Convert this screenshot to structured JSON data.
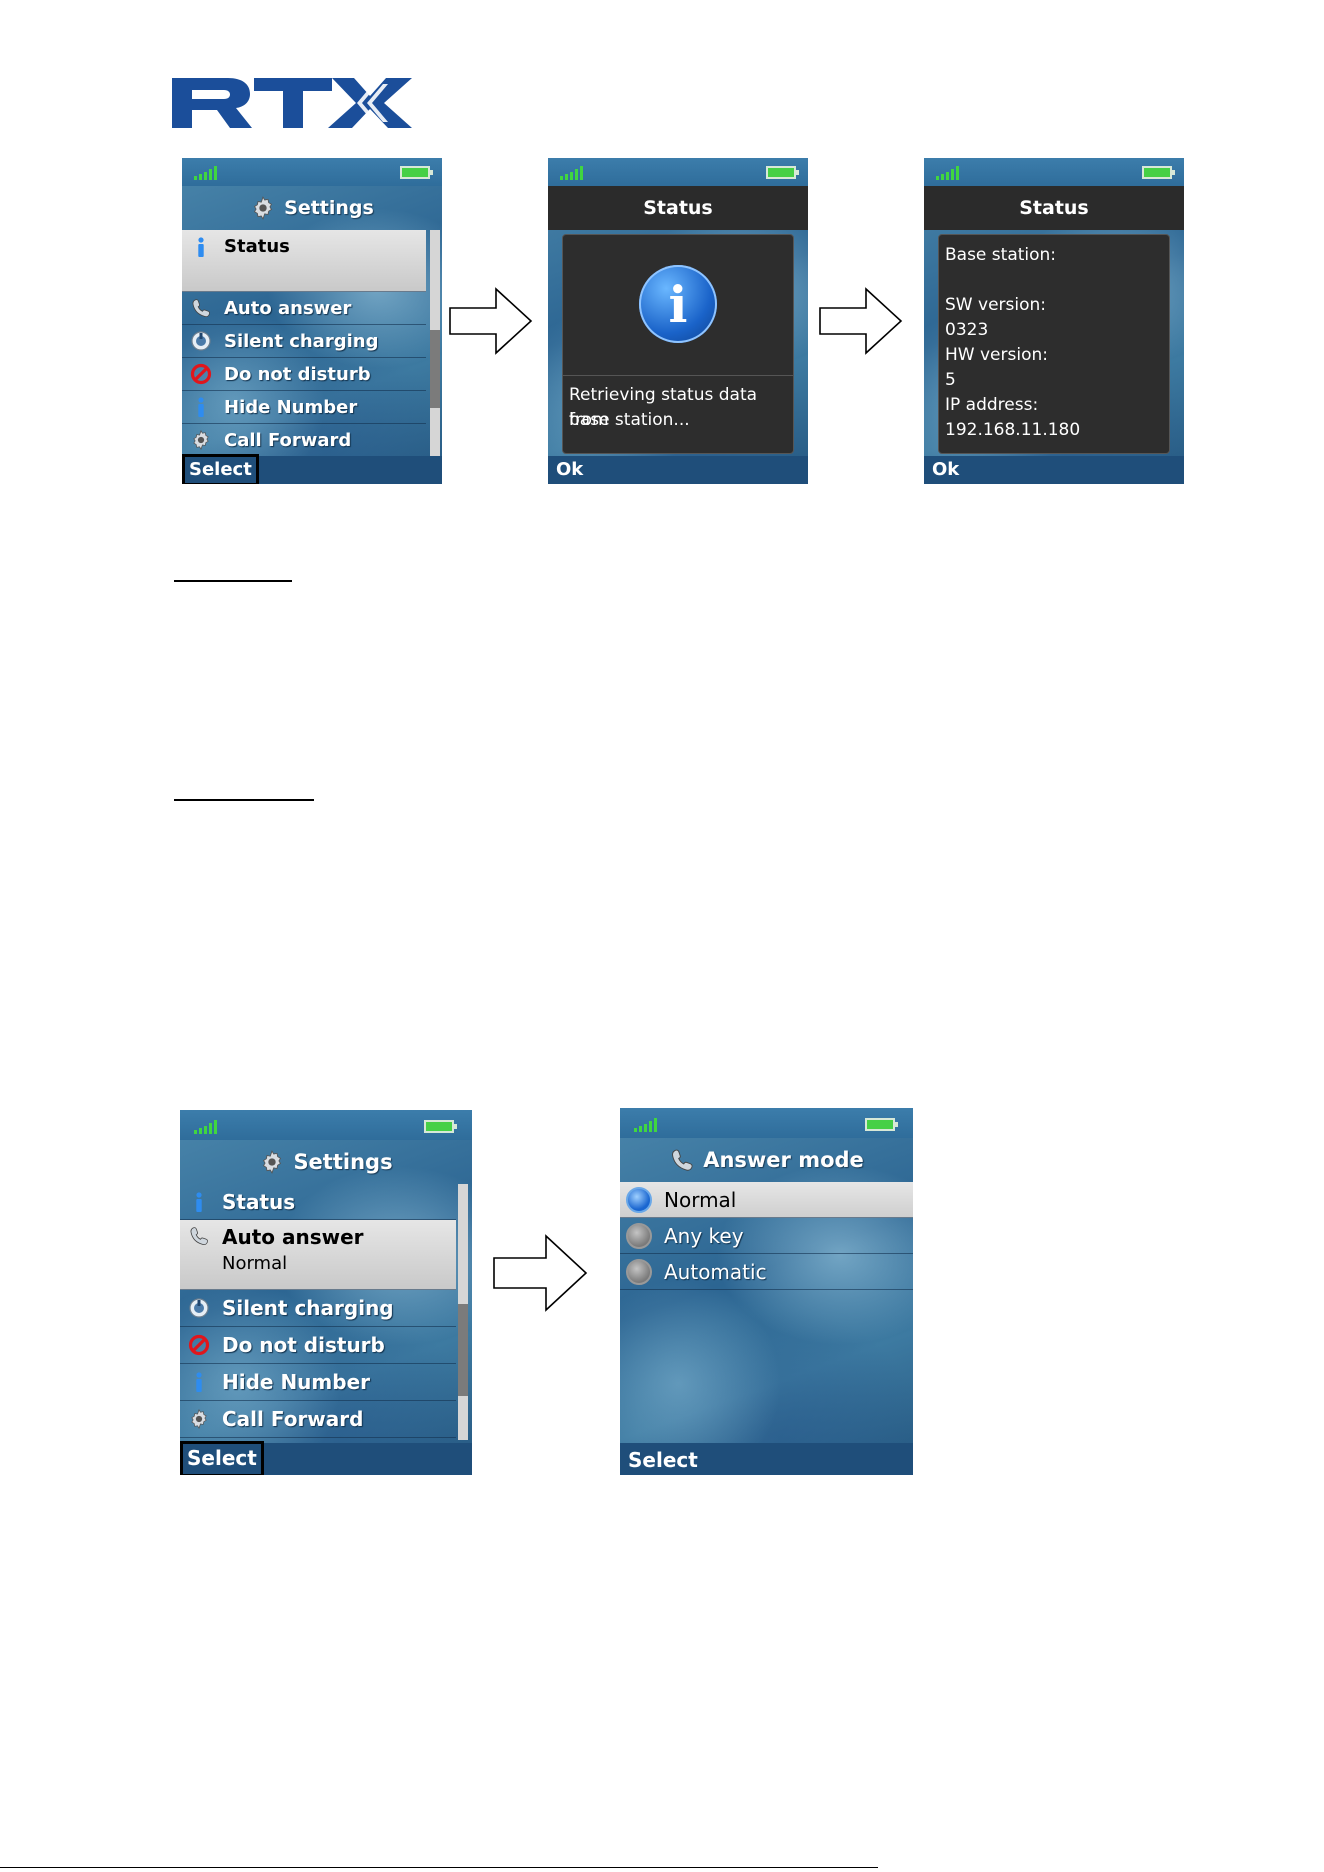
{
  "logo": {
    "text": "RTX",
    "color": "#1b4e9a"
  },
  "colors": {
    "phone_bg": "#2c6592",
    "softbar": "#1f4e7a",
    "dialog": "#2d2d2d",
    "signal": "#40d640",
    "battery": "#46d046"
  },
  "screens": {
    "settings_1": {
      "title": "Settings",
      "selected": {
        "label": "Status",
        "icon": "info-icon"
      },
      "items": [
        {
          "label": "Auto answer",
          "icon": "phone-handset-icon"
        },
        {
          "label": "Silent charging",
          "icon": "silent-charging-icon"
        },
        {
          "label": "Do not disturb",
          "icon": "do-not-disturb-icon"
        },
        {
          "label": "Hide Number",
          "icon": "info-icon"
        },
        {
          "label": "Call Forward",
          "icon": "gear-icon"
        }
      ],
      "softkey": "Select"
    },
    "status_retrieving": {
      "title": "Status",
      "message_line1": "Retrieving status data from",
      "message_line2": "base station...",
      "softkey": "Ok"
    },
    "status_info": {
      "title": "Status",
      "lines": [
        "Base station:",
        "",
        "SW version:",
        "0323",
        "HW version:",
        "5",
        "IP address:",
        "192.168.11.180"
      ],
      "softkey": "Ok"
    },
    "settings_2": {
      "title": "Settings",
      "items_above": [
        {
          "label": "Status",
          "icon": "info-icon"
        }
      ],
      "selected": {
        "label": "Auto answer",
        "sub": "Normal",
        "icon": "phone-handset-icon"
      },
      "items": [
        {
          "label": "Silent charging",
          "icon": "silent-charging-icon"
        },
        {
          "label": "Do not disturb",
          "icon": "do-not-disturb-icon"
        },
        {
          "label": "Hide Number",
          "icon": "info-icon"
        },
        {
          "label": "Call Forward",
          "icon": "gear-icon"
        }
      ],
      "softkey": "Select"
    },
    "answer_mode": {
      "title": "Answer mode",
      "options": [
        {
          "label": "Normal",
          "selected": true
        },
        {
          "label": "Any key",
          "selected": false
        },
        {
          "label": "Automatic",
          "selected": false
        }
      ],
      "softkey": "Select"
    }
  }
}
